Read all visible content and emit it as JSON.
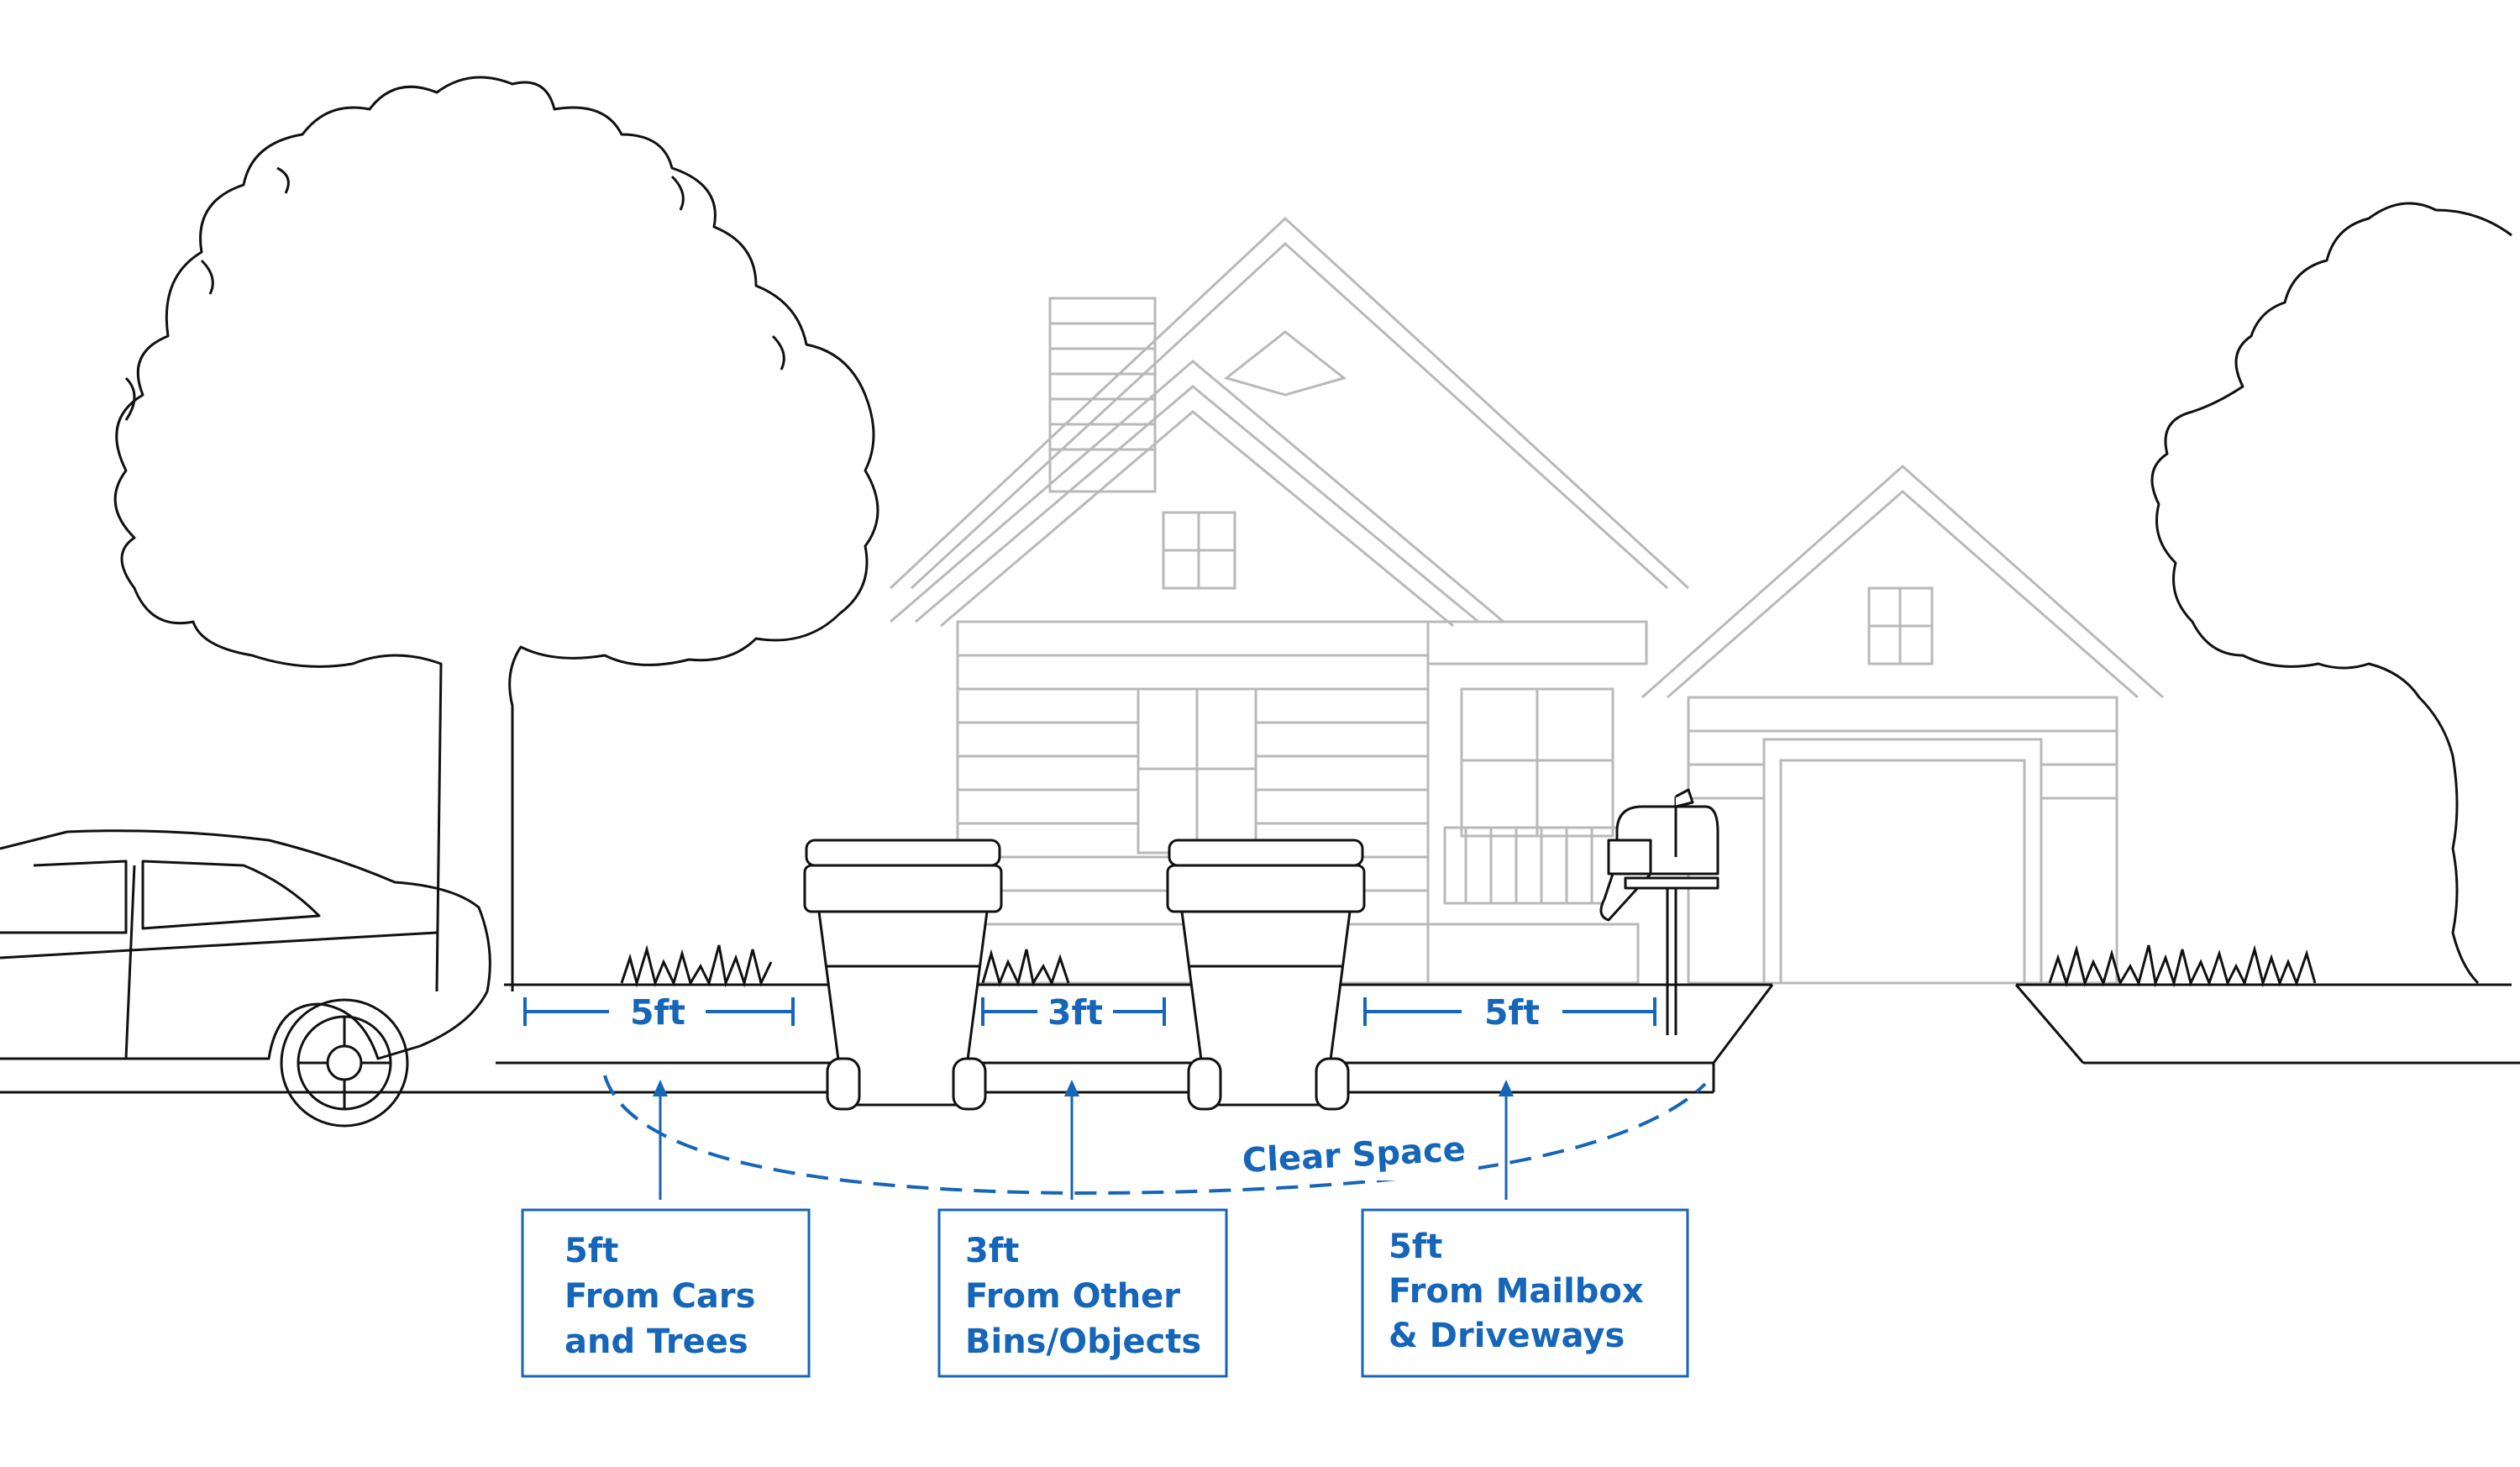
{
  "colors": {
    "accent": "#1565b8",
    "line": "#111111",
    "house": "#b9b9b9"
  },
  "measurements": {
    "left": "5ft",
    "middle": "3ft",
    "right": "5ft"
  },
  "clear_space_label": "Clear Space",
  "callouts": [
    {
      "distance": "5ft",
      "line1": "From Cars",
      "line2": "and Trees"
    },
    {
      "distance": "3ft",
      "line1": "From Other",
      "line2": "Bins/Objects"
    },
    {
      "distance": "5ft",
      "line1": "From Mailbox",
      "line2": "& Driveways"
    }
  ]
}
